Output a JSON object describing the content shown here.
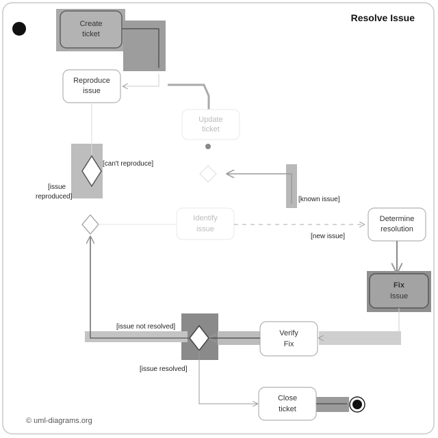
{
  "diagram": {
    "title": "Resolve Issue",
    "footer": "© uml-diagrams.org",
    "nodes": {
      "create_ticket": [
        "Create",
        "ticket"
      ],
      "reproduce_issue": [
        "Reproduce",
        "issue"
      ],
      "update_ticket": [
        "Update",
        "ticket"
      ],
      "identify_issue": [
        "Identify",
        "issue"
      ],
      "determine_resolution": [
        "Determine",
        "resolution"
      ],
      "fix_issue": [
        "Fix",
        "Issue"
      ],
      "verify_fix": [
        "Verify",
        "Fix"
      ],
      "close_ticket": [
        "Close",
        "ticket"
      ]
    },
    "guards": {
      "cant_reproduce": "[can't reproduce]",
      "issue_reproduced_1": "[issue",
      "issue_reproduced_2": "reproduced]",
      "known_issue": "[known issue]",
      "new_issue": "[new issue]",
      "issue_not_resolved": "[issue not resolved]",
      "issue_resolved": "[issue resolved]"
    },
    "colors": {
      "highlight": "#a9a9a9",
      "highlight_dark": "#8f8f8f",
      "node_stroke": "#b0b0b0",
      "node_fill": "#ffffff",
      "dot": "#111111"
    }
  }
}
